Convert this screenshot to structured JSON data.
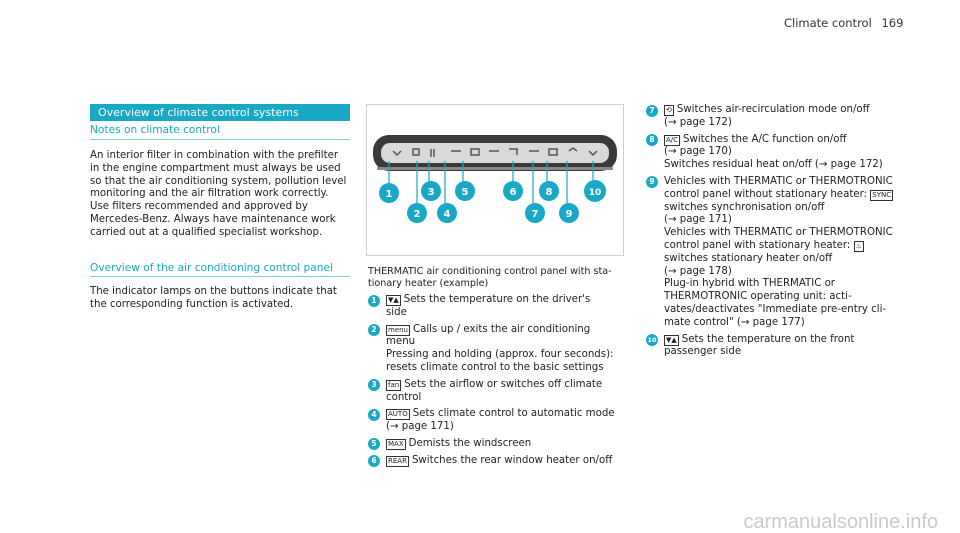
{
  "header": {
    "section": "Climate control",
    "page": "169"
  },
  "left": {
    "bar_title": "Overview of climate control systems",
    "notes_heading": "Notes on climate control",
    "notes_lines": [
      "An interior filter in combination with the prefilter",
      "in the engine compartment must always be used",
      "so that the air conditioning system, pollution level",
      "monitoring and the air filtration work correctly.",
      "Use filters recommended and approved by",
      "Mercedes-Benz. Always have maintenance work",
      "carried out at a qualified specialist workshop."
    ],
    "overview_heading": "Overview of the air conditioning control panel",
    "overview_lines": [
      "The indicator lamps on the buttons indicate that",
      "the corresponding function is activated."
    ]
  },
  "figure": {
    "callouts": [
      "1",
      "2",
      "3",
      "4",
      "5",
      "6",
      "7",
      "8",
      "9",
      "10"
    ],
    "caption_lines": [
      "THERMATIC air conditioning control panel with sta-",
      "tionary heater (example)"
    ]
  },
  "mid_items": [
    {
      "num": "1",
      "icon": "temperature-icon",
      "sym": "▼▲",
      "lines": [
        "Sets the temperature on the driver's",
        "side"
      ]
    },
    {
      "num": "2",
      "icon": "menu-icon",
      "sym": "menu",
      "lines": [
        "Calls up / exits the air conditioning",
        "menu",
        "Pressing and holding (approx. four seconds):",
        "resets climate control to the basic settings"
      ]
    },
    {
      "num": "3",
      "icon": "airflow-icon",
      "sym": "fan",
      "lines": [
        "Sets the airflow or switches off climate",
        "control"
      ]
    },
    {
      "num": "4",
      "icon": "auto-icon",
      "sym": "AUTO",
      "lines": [
        "Sets climate control to automatic mode",
        "(→ page 171)"
      ]
    },
    {
      "num": "5",
      "icon": "defrost-max-icon",
      "sym": "MAX",
      "lines": [
        "Demists the windscreen"
      ]
    },
    {
      "num": "6",
      "icon": "rear-defrost-icon",
      "sym": "REAR",
      "lines": [
        "Switches the rear window heater on/off"
      ]
    }
  ],
  "right_items": [
    {
      "num": "7",
      "icon": "recirculation-icon",
      "sym": "⟲",
      "lines": [
        "Switches air-recirculation mode on/off",
        "(→ page 172)"
      ]
    },
    {
      "num": "8",
      "icon": "ac-icon",
      "sym": "A/C",
      "lines": [
        "Switches the A/C function on/off",
        "(→ page 170)",
        "Switches residual heat on/off (→ page 172)"
      ]
    },
    {
      "num": "9",
      "icon": "sync-icon",
      "sym": "SYNC",
      "lines": [
        "Vehicles with THERMATIC or THERMOTRONIC",
        "control panel without stationary heater:",
        "switches synchronisation on/off",
        "(→ page 171)",
        "Vehicles with THERMATIC or THERMOTRONIC",
        "control panel with stationary heater:",
        "switches stationary heater on/off",
        "(→ page 178)",
        "Plug-in hybrid with THERMATIC or",
        "THERMOTRONIC operating unit: acti-",
        "vates/deactivates \"Immediate pre-entry cli-",
        "mate control\" (→ page 177)"
      ]
    },
    {
      "num": "10",
      "icon": "temperature-icon",
      "sym": "▼▲",
      "lines": [
        "Sets the temperature on the front",
        "passenger side"
      ]
    }
  ],
  "watermark": "carmanualsonline.info"
}
